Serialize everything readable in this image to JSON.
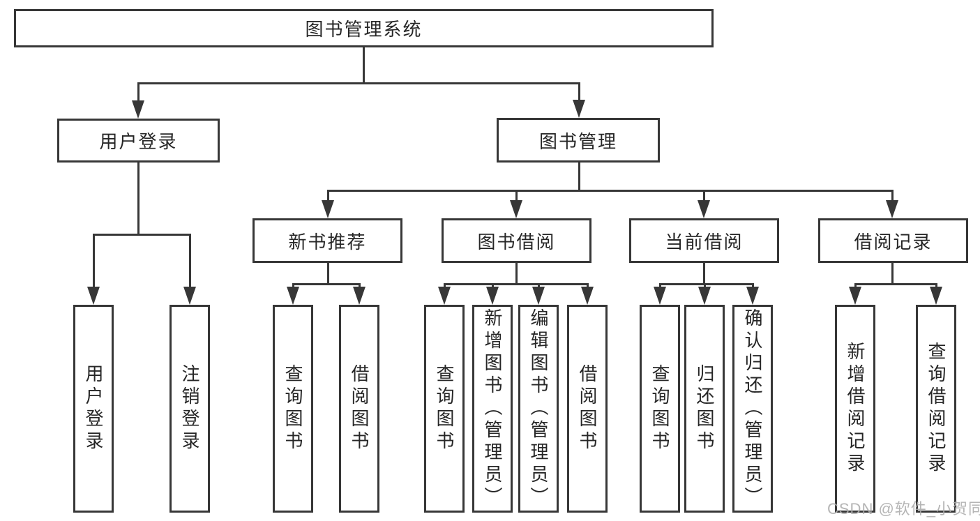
{
  "diagram": {
    "root": {
      "label": "图书管理系统"
    },
    "branches": [
      {
        "label": "用户登录",
        "children": [
          {
            "label": "用户登录"
          },
          {
            "label": "注销登录"
          }
        ]
      },
      {
        "label": "图书管理",
        "children": [
          {
            "label": "新书推荐",
            "children": [
              {
                "label": "查询图书"
              },
              {
                "label": "借阅图书"
              }
            ]
          },
          {
            "label": "图书借阅",
            "children": [
              {
                "label": "查询图书"
              },
              {
                "label": "新增图书（管理员）"
              },
              {
                "label": "编辑图书（管理员）"
              },
              {
                "label": "借阅图书"
              }
            ]
          },
          {
            "label": "当前借阅",
            "children": [
              {
                "label": "查询图书"
              },
              {
                "label": "归还图书"
              },
              {
                "label": "确认归还（管理员）"
              }
            ]
          },
          {
            "label": "借阅记录",
            "children": [
              {
                "label": "新增借阅记录"
              },
              {
                "label": "查询借阅记录"
              }
            ]
          }
        ]
      }
    ]
  },
  "watermark": {
    "text": "CSDN @软件_小贺同学",
    "color": "#adadad"
  },
  "colors": {
    "line": "#373737",
    "border": "#373737",
    "text": "#262626",
    "background": "#ffffff"
  }
}
